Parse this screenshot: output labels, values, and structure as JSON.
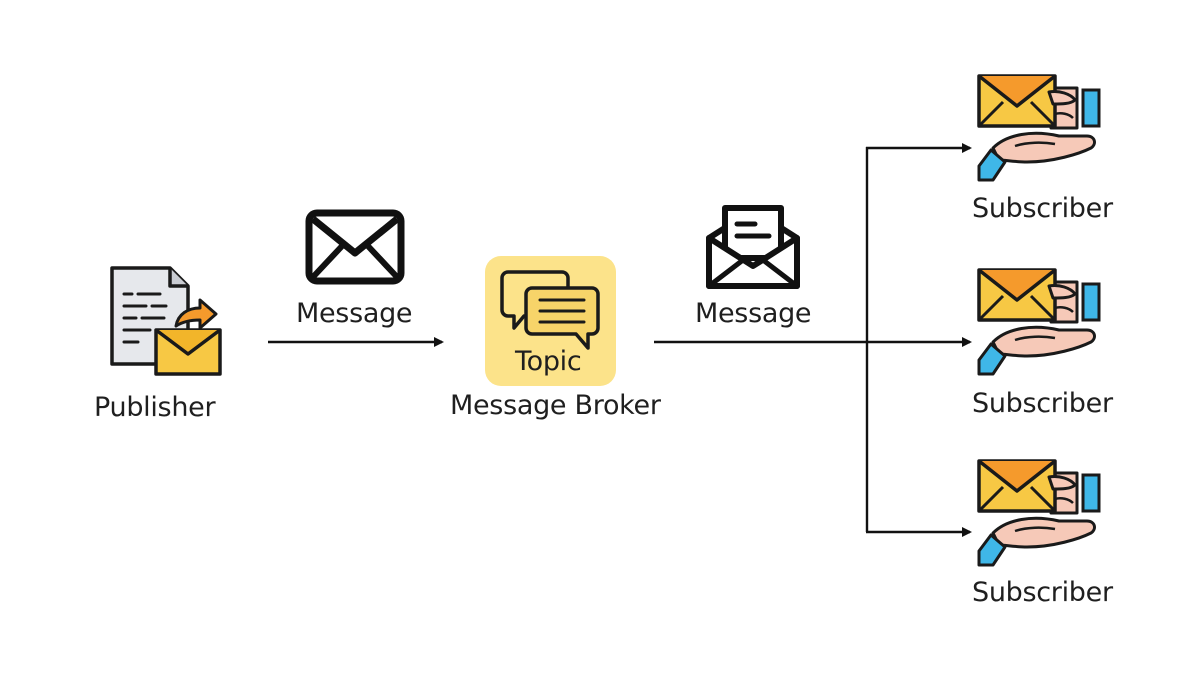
{
  "publisher": {
    "label": "Publisher",
    "icon": "document-send-icon"
  },
  "message_in": {
    "label": "Message",
    "icon": "envelope-icon"
  },
  "broker": {
    "label": "Message Broker",
    "topic_label": "Topic",
    "icon": "chat-bubbles-icon",
    "box_color": "#fce38a"
  },
  "message_out": {
    "label": "Message",
    "icon": "open-envelope-letter-icon"
  },
  "subscribers": [
    {
      "label": "Subscriber",
      "icon": "receive-mail-hands-icon"
    },
    {
      "label": "Subscriber",
      "icon": "receive-mail-hands-icon"
    },
    {
      "label": "Subscriber",
      "icon": "receive-mail-hands-icon"
    }
  ],
  "colors": {
    "envelope_yellow": "#f7c844",
    "envelope_orange": "#f59a2c",
    "hand_skin": "#f6c9b8",
    "cuff_blue": "#3fb7e8",
    "arrow": "#111111"
  }
}
